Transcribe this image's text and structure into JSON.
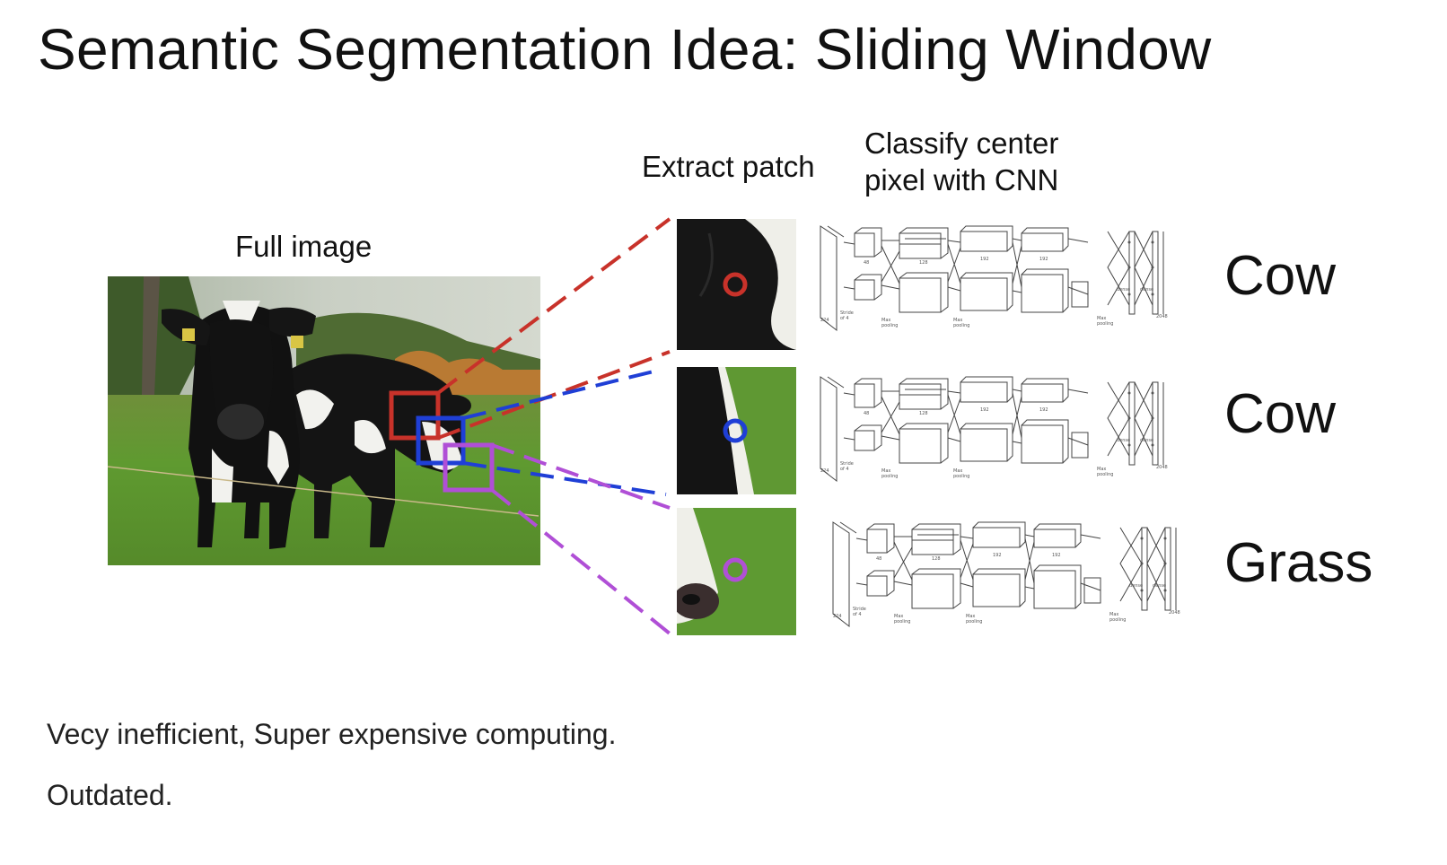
{
  "title": "Semantic Segmentation Idea: Sliding Window",
  "labels": {
    "full_image": "Full image",
    "extract_patch": "Extract patch",
    "classify_line1": "Classify center",
    "classify_line2": "pixel with CNN"
  },
  "predictions": [
    "Cow",
    "Cow",
    "Grass"
  ],
  "colors": {
    "red": "#c8322a",
    "blue": "#1f3fd6",
    "purple": "#b04fd6"
  },
  "notes": [
    "Vecy inefficient, Super expensive computing.",
    "Outdated."
  ]
}
